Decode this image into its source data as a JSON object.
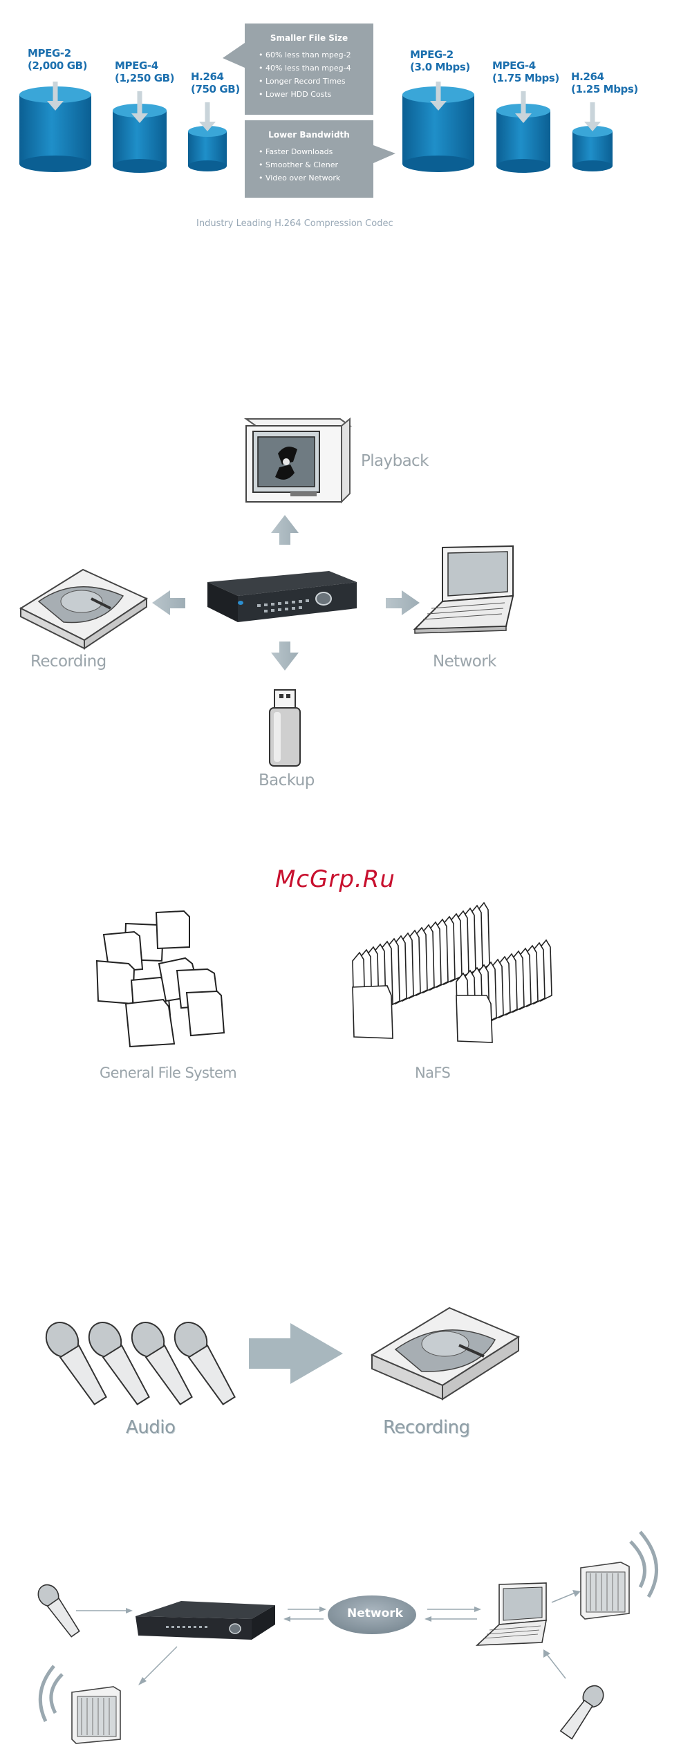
{
  "compression": {
    "storage": [
      {
        "codec": "MPEG-2",
        "value": "(2,000 GB)"
      },
      {
        "codec": "MPEG-4",
        "value": "(1,250 GB)"
      },
      {
        "codec": "H.264",
        "value": "(750 GB)"
      }
    ],
    "bandwidth": [
      {
        "codec": "MPEG-2",
        "value": "(3.0 Mbps)"
      },
      {
        "codec": "MPEG-4",
        "value": "(1.75 Mbps)"
      },
      {
        "codec": "H.264",
        "value": "(1.25 Mbps)"
      }
    ],
    "smaller_box": {
      "title": "Smaller File Size",
      "items": [
        "60% less than mpeg-2",
        "40% less than mpeg-4",
        "Longer Record Times",
        "Lower HDD Costs"
      ]
    },
    "bandwidth_box": {
      "title": "Lower Bandwidth",
      "items": [
        "Faster Downloads",
        "Smoother & Clener",
        "Video over Network"
      ]
    },
    "caption": "Industry Leading H.264 Compression Codec"
  },
  "functions": {
    "playback": "Playback",
    "recording": "Recording",
    "network": "Network",
    "backup": "Backup"
  },
  "watermark": "McGrp.Ru",
  "filesystem": {
    "general": "General File System",
    "nafs": "NaFS"
  },
  "audio": {
    "audio": "Audio",
    "recording": "Recording"
  },
  "network_diagram": {
    "network": "Network"
  },
  "colors": {
    "cylinder_blue": "#1a82bd",
    "box_gray": "#9aa4aa",
    "label_blue": "#1b6fae",
    "arrow_gray": "#a9b6bd"
  }
}
